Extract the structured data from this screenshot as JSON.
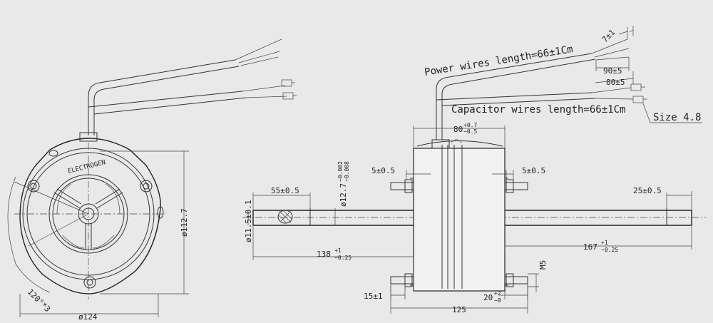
{
  "front_view": {
    "brand": "ELECTROGEN",
    "dia_outer": "ø124",
    "dia_height": "ø112.7",
    "angle": "120°*3"
  },
  "side_view": {
    "power_wires": "Power wires length=66±1Cm",
    "capacitor_wires": "Capacitor wires length=66±1Cm",
    "size_label": "Size 4.8",
    "strip_7": "7±1",
    "strip_90": "90±5",
    "strip_80": "80±5",
    "width_80": "80",
    "width_80_tol_up": "+0.7",
    "width_80_tol_dn": "−0.5",
    "left_stud": "5±0.5",
    "right_stud": "5±0.5",
    "flat_55": "55±0.5",
    "flat_25": "25±0.5",
    "shaft_dia_a": "ø11.5±0.1",
    "shaft_dia_b": "ø12.7",
    "shaft_dia_b_tol_up": "−0.002",
    "shaft_dia_b_tol_dn": "−0.008",
    "len_138": "138",
    "len_138_up": "+1",
    "len_138_dn": "−0.25",
    "len_167": "167",
    "len_167_up": "+1",
    "len_167_dn": "−0.25",
    "thread": "M5",
    "stud_15": "15±1",
    "len_20": "20",
    "len_20_up": "+2",
    "len_20_dn": "−0",
    "total_125": "125"
  }
}
